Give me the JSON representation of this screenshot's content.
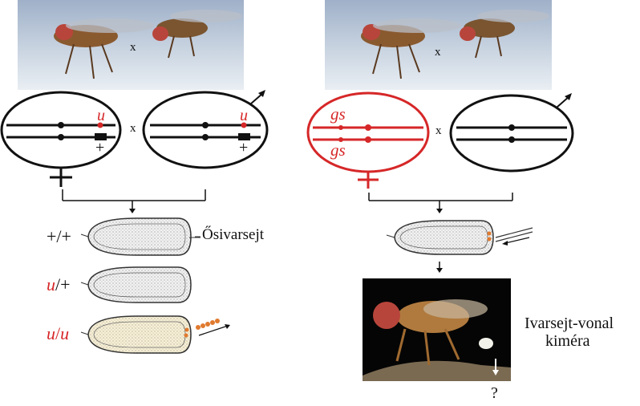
{
  "left": {
    "cross_symbol": "x",
    "chromosome_allele_top": "u",
    "chromosome_allele_bottom": "+",
    "chromosome2_allele_top": "u",
    "chromosome2_allele_bottom": "+",
    "embryos": [
      {
        "genotype_a": "+",
        "sep": "/",
        "genotype_b": "+",
        "label": "Ősivarsejt"
      },
      {
        "genotype_a": "u",
        "sep": "/",
        "genotype_b": "+"
      },
      {
        "genotype_a": "u",
        "sep": "/",
        "genotype_b": "u"
      }
    ]
  },
  "right": {
    "cross_symbol": "x",
    "allele_top": "gs",
    "allele_bottom": "gs",
    "chimera_label_line1": "Ivarsejt-vonal",
    "chimera_label_line2": "kiméra",
    "question": "?"
  },
  "colors": {
    "red": "#d62728",
    "black": "#111111",
    "embryo_fill": "#e8e8e8",
    "pole_cell": "#e07a2e"
  }
}
